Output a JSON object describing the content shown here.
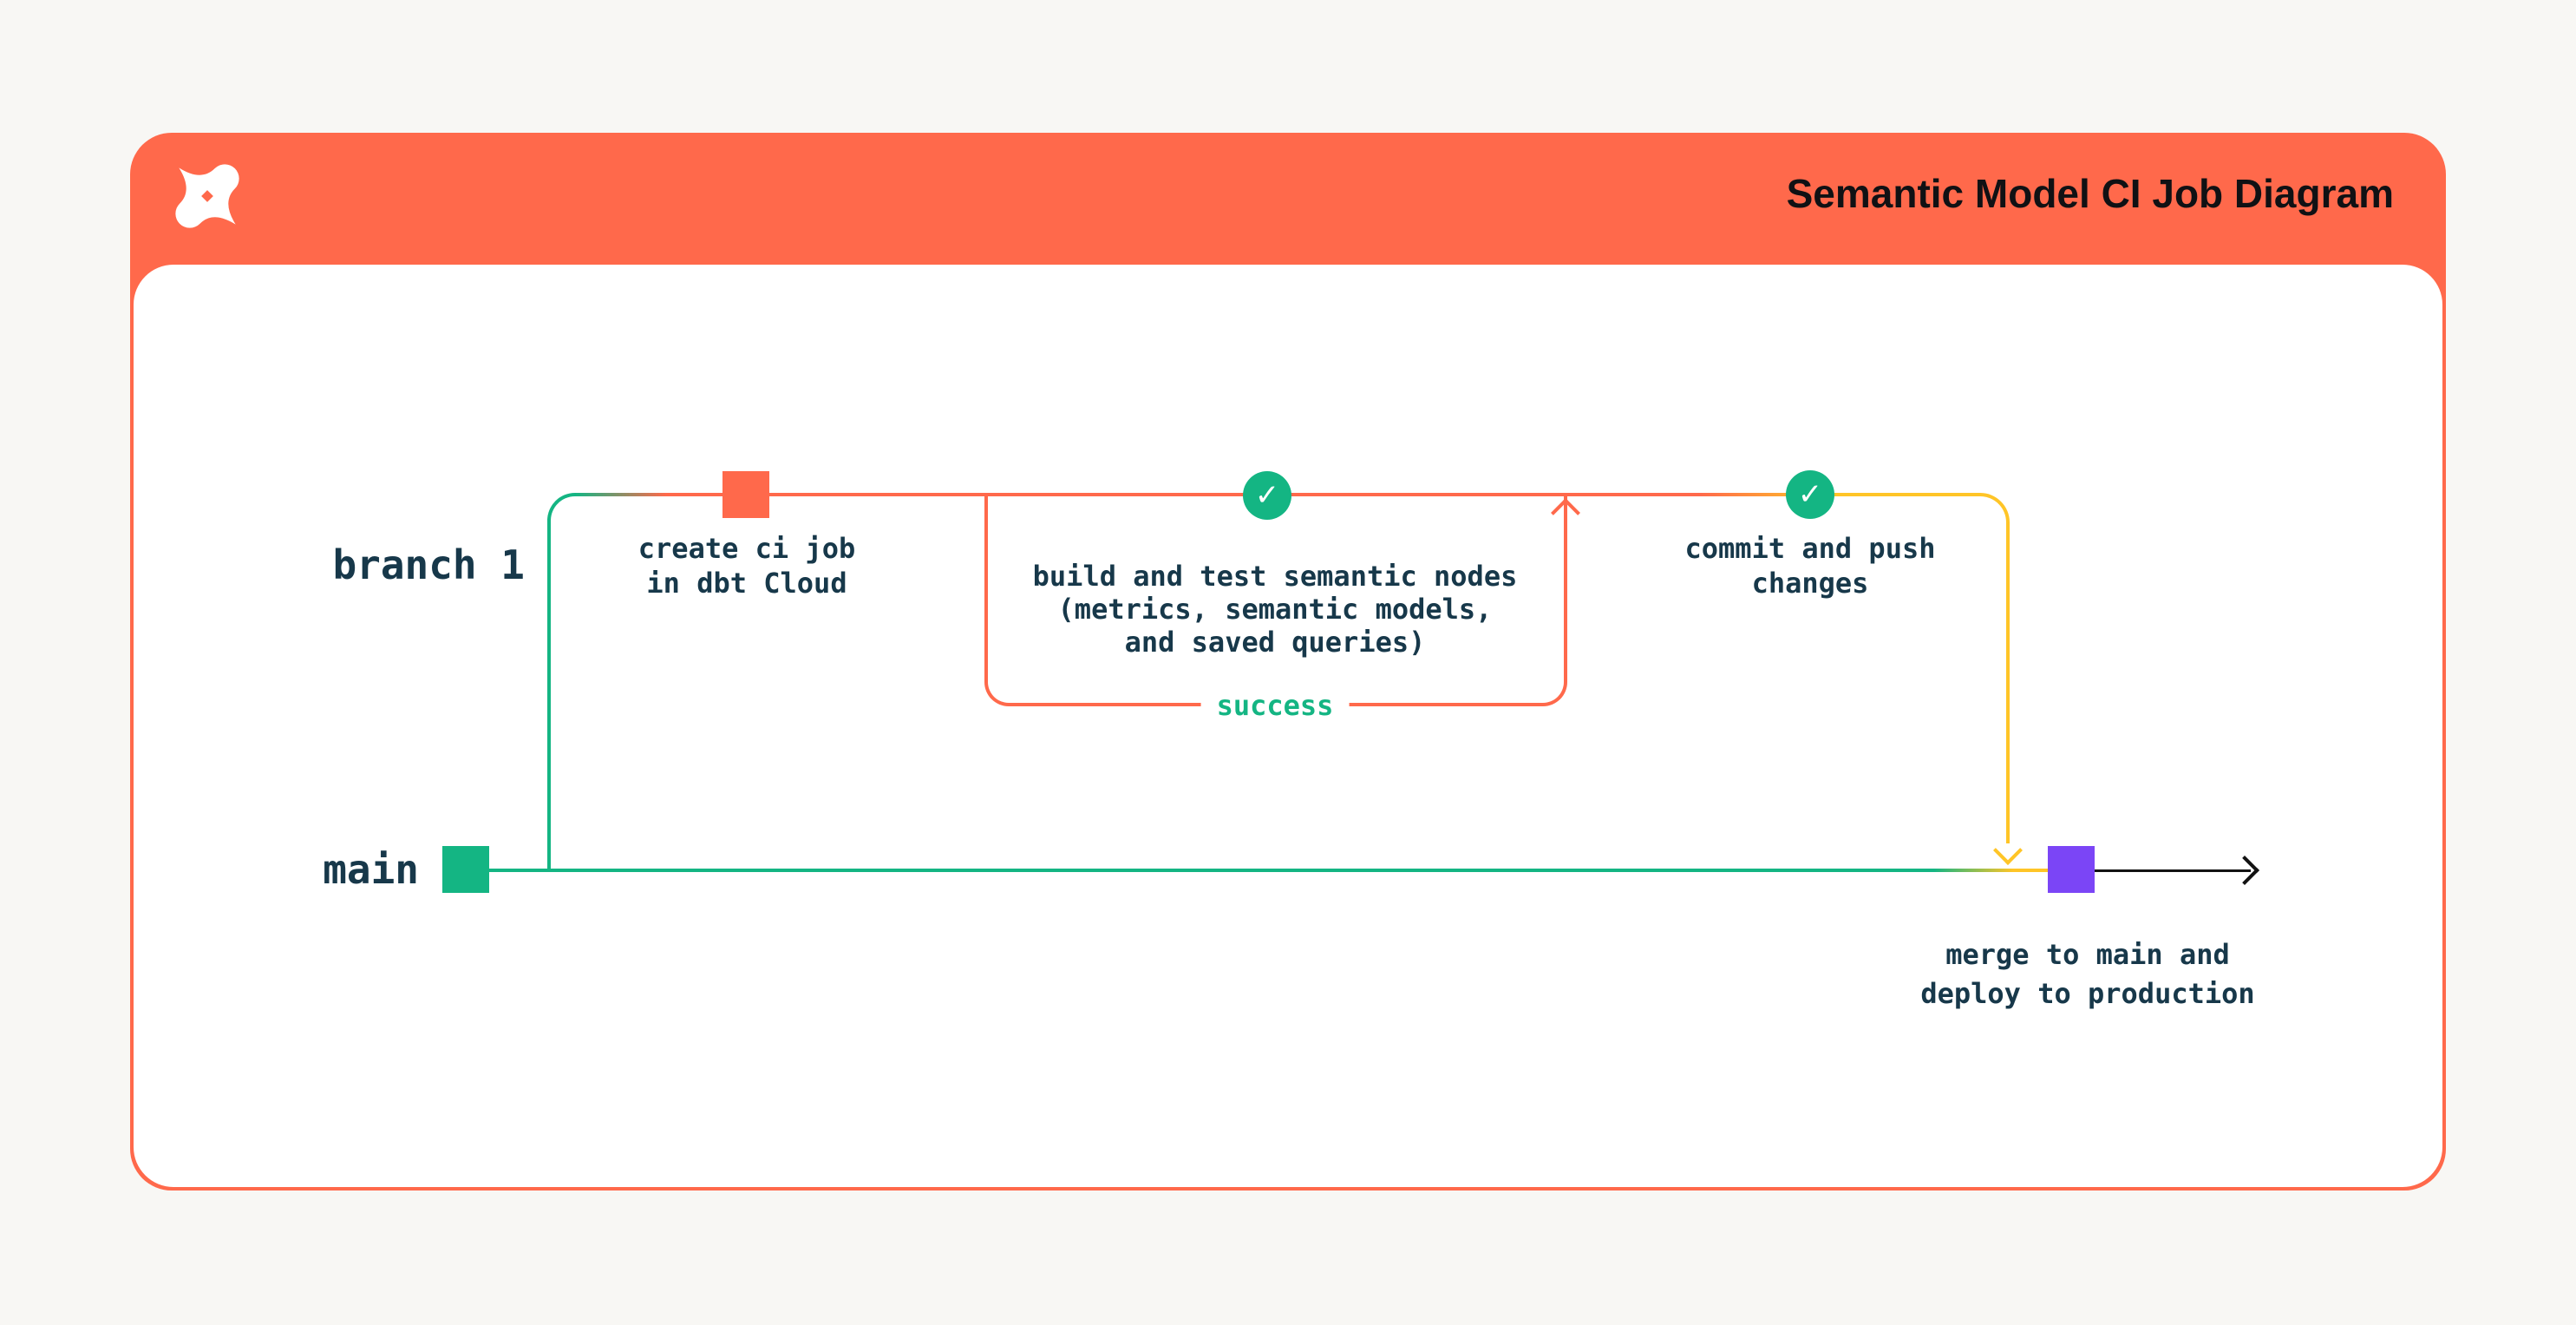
{
  "header": {
    "title": "Semantic Model CI Job Diagram"
  },
  "icons": {
    "logo": "dbt-logo",
    "check": "✓"
  },
  "colors": {
    "accent_orange": "#FF694B",
    "green": "#14B583",
    "yellow": "#FFC527",
    "purple": "#7B45F6",
    "text_dark": "#17384A",
    "background": "#F8F7F4"
  },
  "diagram": {
    "branch_label": "branch 1",
    "main_label": "main",
    "success_label": "success",
    "step1": {
      "line1": "create ci job",
      "line2": "in dbt Cloud"
    },
    "step2": {
      "line1": "build and test semantic nodes",
      "line2": "(metrics, semantic models,",
      "line3": "and saved queries)"
    },
    "step3": {
      "line1": "commit and push",
      "line2": "changes"
    },
    "step4": {
      "line1": "merge to main and",
      "line2": "deploy to production"
    }
  }
}
